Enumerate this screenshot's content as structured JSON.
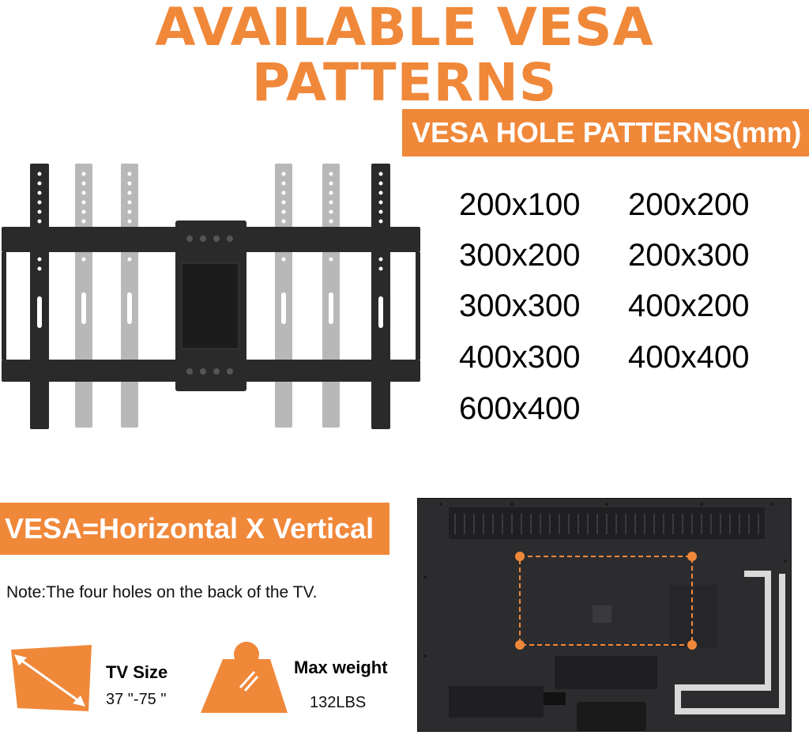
{
  "title": "AVAILABLE VESA PATTERNS",
  "patterns_banner": "VESA HOLE PATTERNS(mm)",
  "patterns": [
    "200x100",
    "200x200",
    "300x200",
    "200x300",
    "300x300",
    "400x200",
    "400x300",
    "400x400",
    "600x400"
  ],
  "formula_banner": "VESA=Horizontal X Vertical",
  "note": "Note:The four holes on the back of the TV.",
  "tv_size": {
    "label": "TV Size",
    "value": "37 \"-75 \""
  },
  "max_weight": {
    "label": "Max weight",
    "value": "132LBS"
  },
  "colors": {
    "accent": "#f0883a",
    "bracket": "#2a2a2a",
    "bracket_ghost": "#b5b5b5",
    "tv_back": "#2c2c2e"
  },
  "icons": [
    "wall-mount-bracket-icon",
    "tv-back-icon",
    "tv-size-diagonal-icon",
    "weight-icon"
  ]
}
